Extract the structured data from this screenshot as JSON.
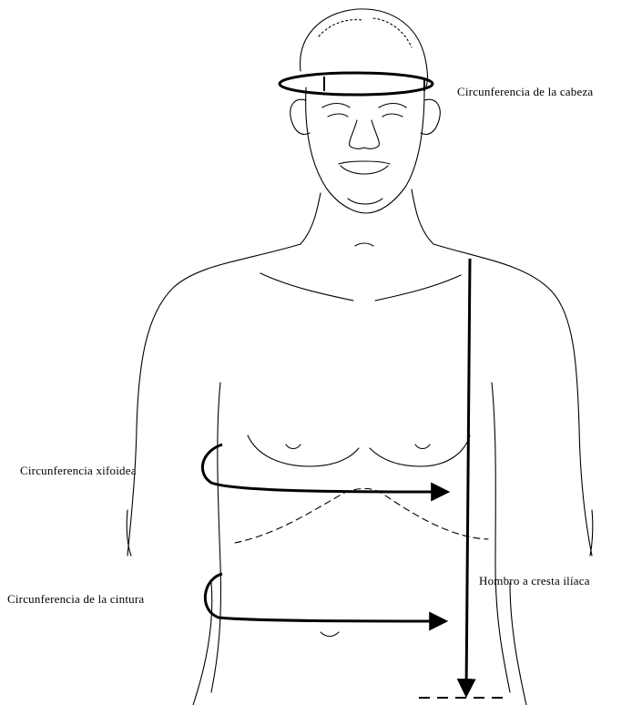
{
  "labels": {
    "head_circumference": "Circunferencia de la cabeza",
    "xiphoid_circumference": "Circunferencia xifoidea",
    "waist_circumference": "Circunferencia de la cintura",
    "shoulder_to_iliac_crest": "Hombro a cresta ilíaca"
  }
}
